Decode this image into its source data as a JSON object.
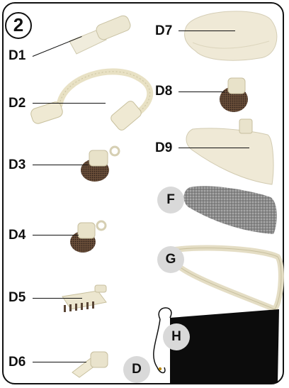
{
  "step": "2",
  "labels": {
    "d1": "D1",
    "d2": "D2",
    "d3": "D3",
    "d4": "D4",
    "d5": "D5",
    "d6": "D6",
    "d7": "D7",
    "d8": "D8",
    "d9": "D9"
  },
  "badges": {
    "d": "D",
    "f": "F",
    "g": "G",
    "h": "H"
  }
}
